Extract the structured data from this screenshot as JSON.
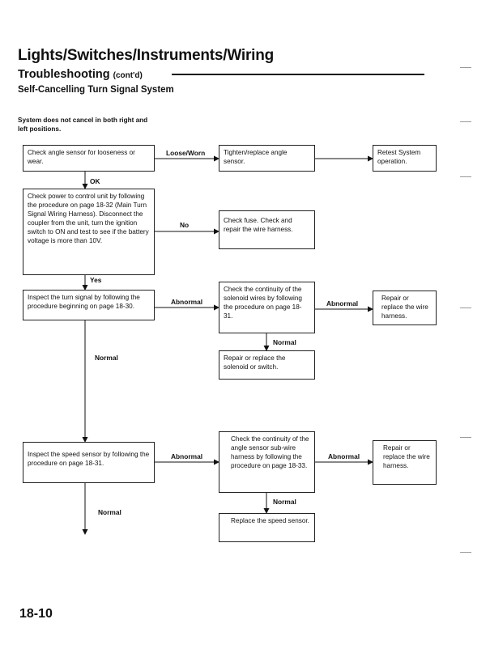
{
  "header": {
    "title": "Lights/Switches/Instruments/Wiring",
    "subtitle": "Troubleshooting",
    "subtitle_suffix": "(cont'd)",
    "section": "Self-Cancelling Turn Signal System"
  },
  "symptom": "System does not cancel in both right and left positions.",
  "boxes": {
    "check_angle_sensor": "Check angle sensor for looseness or wear.",
    "tighten_replace": "Tighten/replace angle sensor.",
    "retest": "Retest System operation.",
    "check_power": "Check power to control unit by following the procedure on page 18-32 (Main Turn Signal Wiring Harness). Disconnect the coupler from the unit, turn the ignition switch to ON and test to see if the battery voltage is more than 10V.",
    "check_fuse": "Check fuse. Check and repair the wire harness.",
    "inspect_turn_signal": "Inspect the turn signal by following the procedure beginning on page 18-30.",
    "check_solenoid_wires": "Check the continuity of the solenoid wires by following the procedure on page 18-31.",
    "repair_harness_1": "Repair or replace the wire harness.",
    "repair_solenoid": "Repair or replace the solenoid or switch.",
    "inspect_speed_sensor": "Inspect the speed sensor by following the procedure on page 18-31.",
    "check_angle_subwire": "Check the continuity of the angle sensor sub-wire harness by following the procedure on page 18-33.",
    "repair_harness_2": "Repair or replace the wire harness.",
    "replace_speed_sensor": "Replace the speed sensor."
  },
  "labels": {
    "loose_worn": "Loose/Worn",
    "ok": "OK",
    "no": "No",
    "yes": "Yes",
    "abnormal_1": "Abnormal",
    "abnormal_2": "Abnormal",
    "normal_1": "Normal",
    "normal_2": "Normal",
    "abnormal_3": "Abnormal",
    "abnormal_4": "Abnormal",
    "normal_3": "Normal",
    "normal_4": "Normal"
  },
  "page_number": "18-10"
}
